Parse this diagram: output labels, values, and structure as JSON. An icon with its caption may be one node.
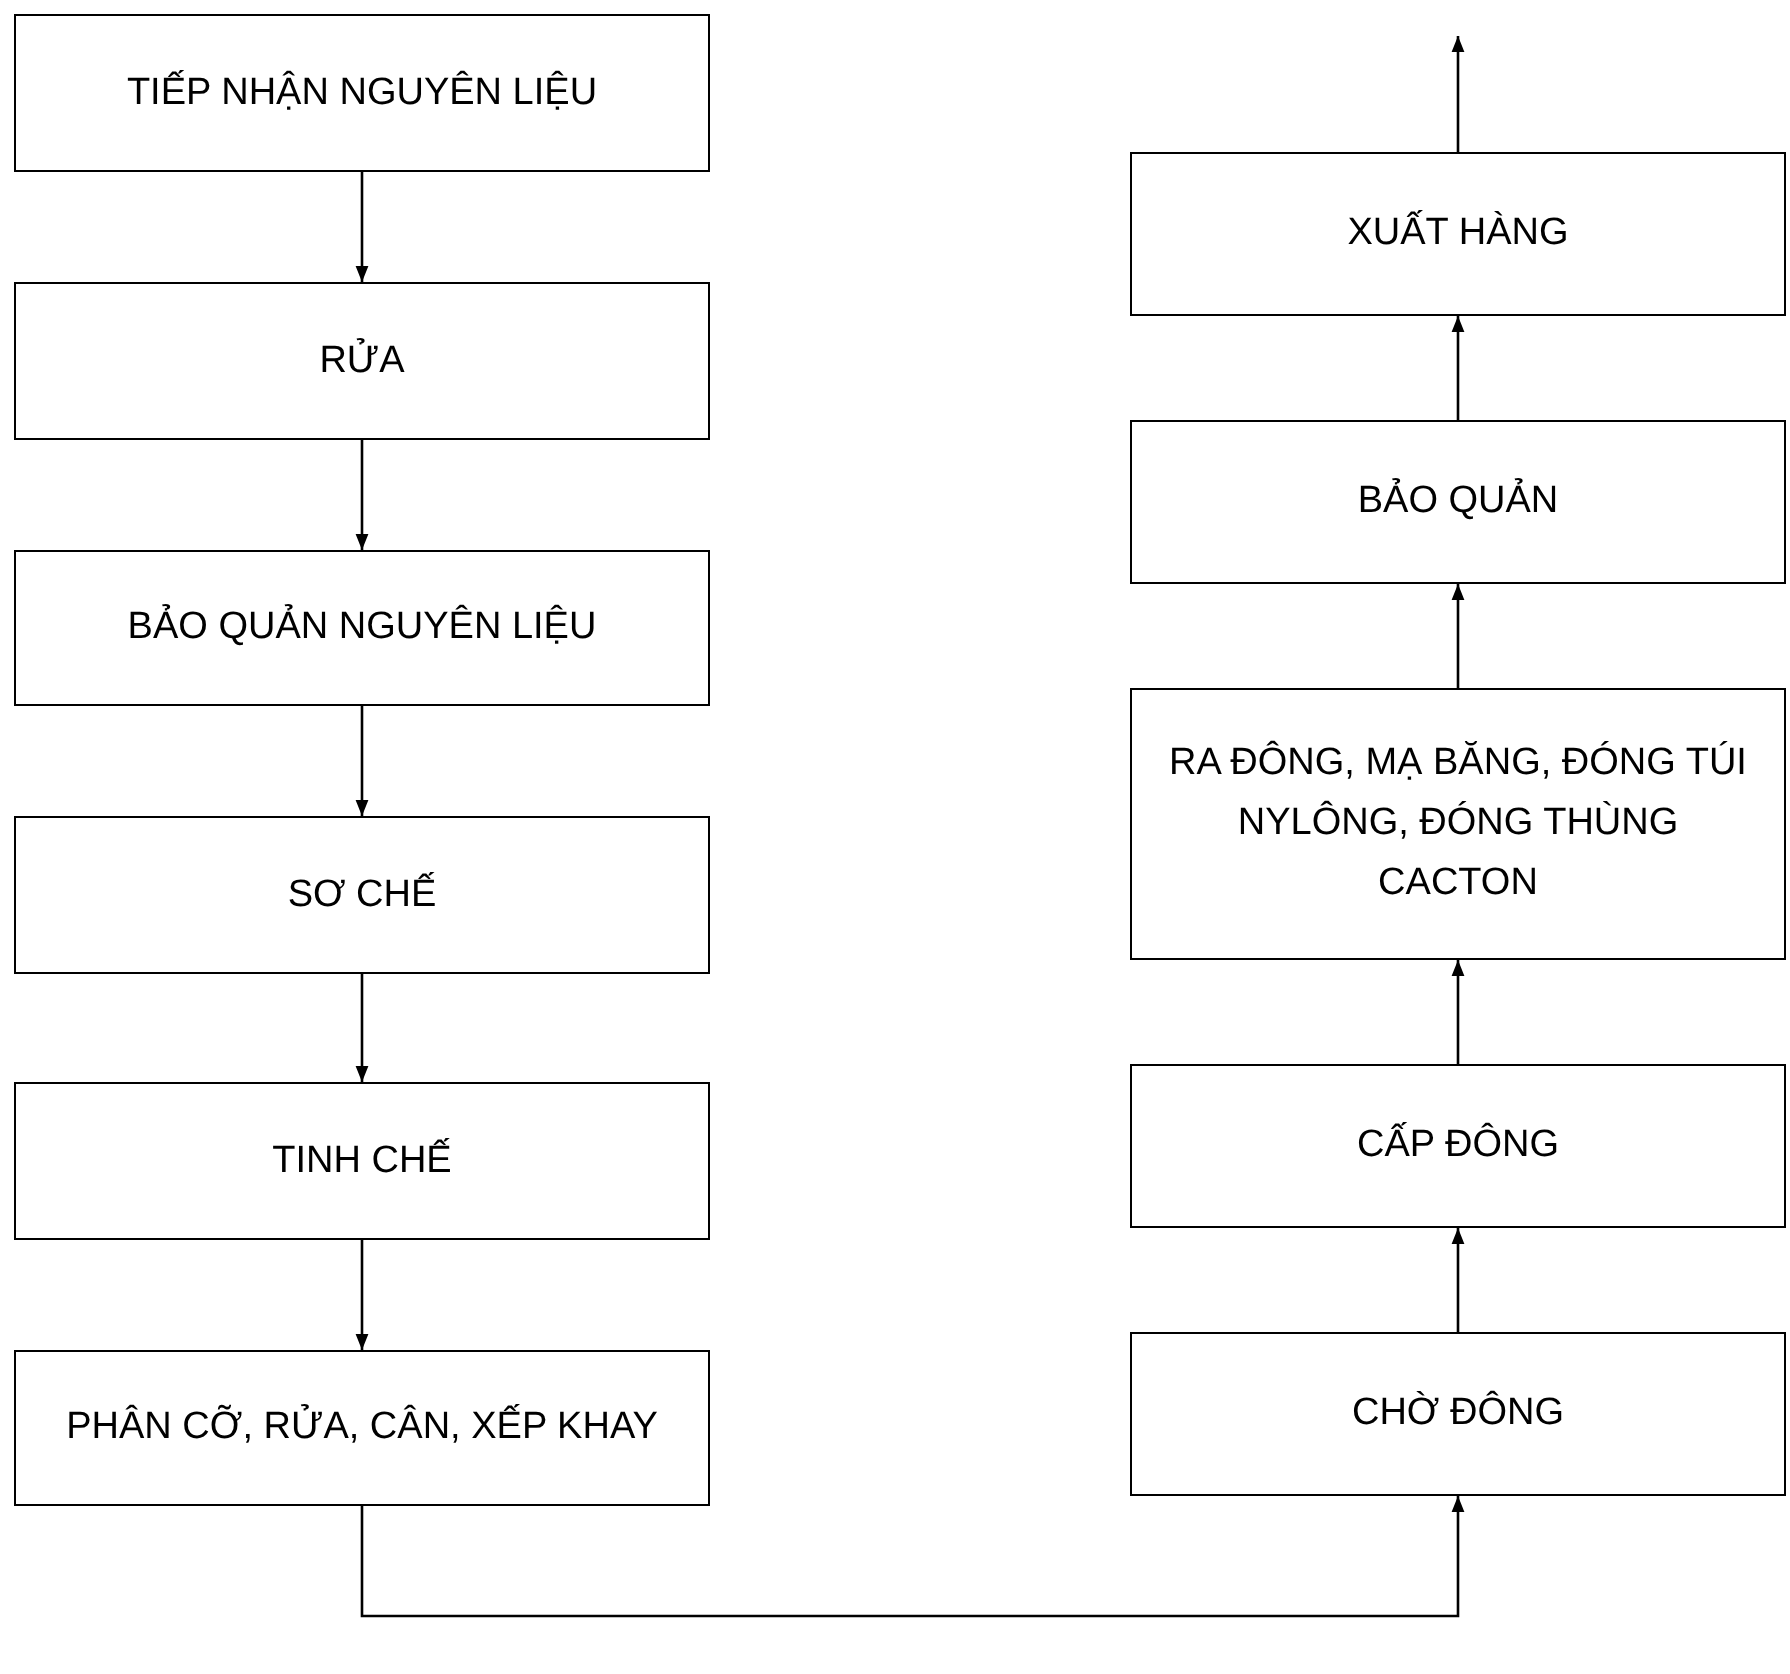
{
  "diagram": {
    "nodes": [
      {
        "text": [
          "TIẾP NHẬN NGUYÊN LIỆU"
        ]
      },
      {
        "text": [
          "RỬA"
        ]
      },
      {
        "text": [
          "BẢO QUẢN NGUYÊN LIỆU"
        ]
      },
      {
        "text": [
          "SƠ CHẾ"
        ]
      },
      {
        "text": [
          "TINH CHẾ"
        ]
      },
      {
        "text": [
          "PHÂN CỠ, RỬA, CÂN, XẾP KHAY"
        ]
      },
      {
        "text": [
          "CHỜ ĐÔNG"
        ]
      },
      {
        "text": [
          "CẤP ĐÔNG"
        ]
      },
      {
        "text": [
          "RA ĐÔNG, MẠ BĂNG, ĐÓNG TÚI NYLÔNG, ĐÓNG THÙNG CACTON"
        ]
      },
      {
        "text": [
          "BẢO QUẢN"
        ]
      },
      {
        "text": [
          "XUẤT HÀNG"
        ]
      }
    ],
    "edges": [
      {
        "from": 0,
        "to": 1,
        "arrow": "to"
      },
      {
        "from": 1,
        "to": 2,
        "arrow": "to"
      },
      {
        "from": 2,
        "to": 3,
        "arrow": "to"
      },
      {
        "from": 3,
        "to": 4,
        "arrow": "to"
      },
      {
        "from": 4,
        "to": 5,
        "arrow": "to"
      },
      {
        "from": 5,
        "to": 6,
        "arrow": "to"
      },
      {
        "from": 6,
        "to": 7,
        "arrow": "to"
      },
      {
        "from": 7,
        "to": 8,
        "arrow": "to"
      },
      {
        "from": 8,
        "to": 9,
        "arrow": "to"
      },
      {
        "from": 9,
        "to": 10,
        "arrow": "to"
      },
      {
        "from": 10,
        "to": null,
        "arrow": "to"
      }
    ]
  }
}
